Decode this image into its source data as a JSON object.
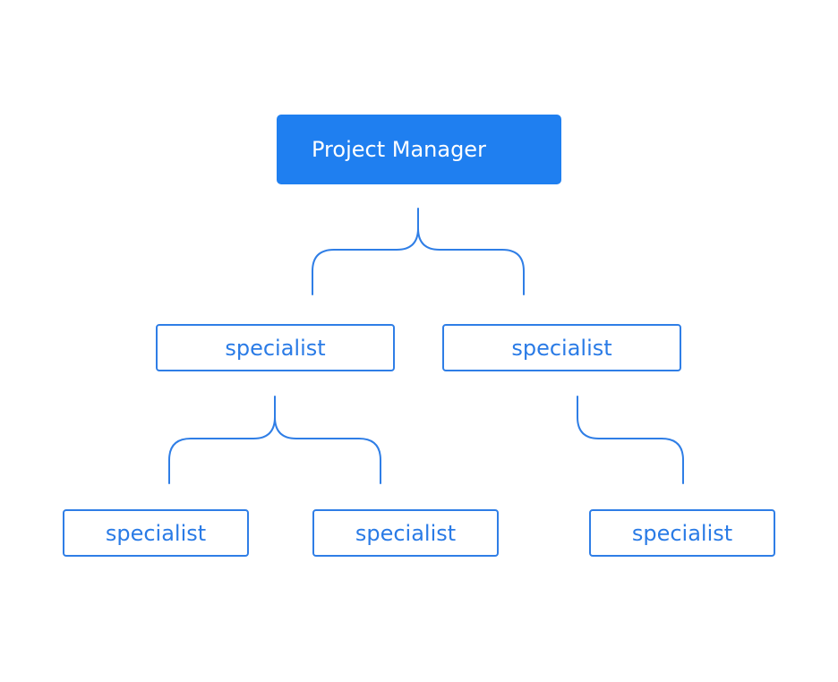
{
  "diagram": {
    "root": {
      "label": "Project Manager"
    },
    "level1": [
      {
        "label": "specialist"
      },
      {
        "label": "specialist"
      }
    ],
    "level2": [
      {
        "label": "specialist"
      },
      {
        "label": "specialist"
      },
      {
        "label": "specialist"
      }
    ]
  },
  "colors": {
    "root_fill": "#1f7ff0",
    "node_border": "#2f7ee6",
    "node_text": "#2a7be6",
    "connector": "#2f7ee6",
    "background": "#ffffff"
  }
}
